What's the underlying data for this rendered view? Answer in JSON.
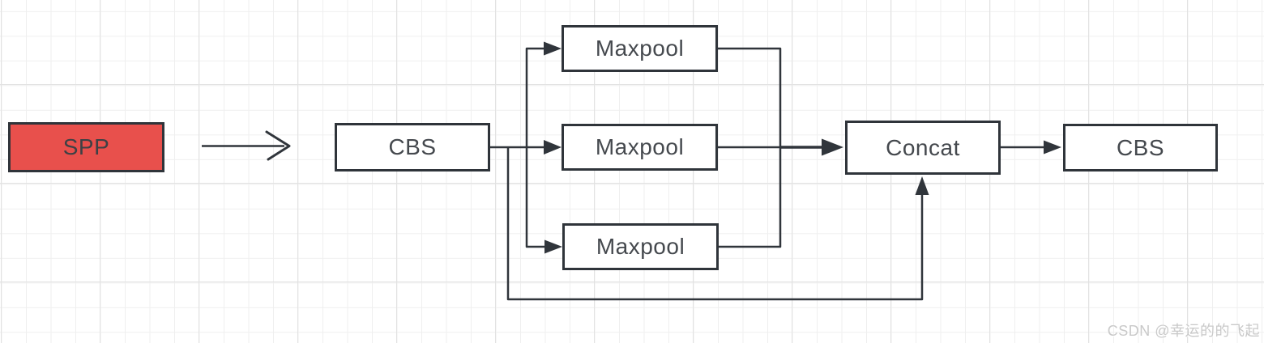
{
  "diagram": {
    "type": "flow-diagram",
    "subject": "SPP (Spatial Pyramid Pooling) module structure",
    "nodes": {
      "spp": {
        "label": "SPP",
        "fill": "#e8504c"
      },
      "cbs1": {
        "label": "CBS",
        "fill": "#ffffff"
      },
      "maxpool_top": {
        "label": "Maxpool",
        "fill": "#ffffff"
      },
      "maxpool_mid": {
        "label": "Maxpool",
        "fill": "#ffffff"
      },
      "maxpool_bottom": {
        "label": "Maxpool",
        "fill": "#ffffff"
      },
      "concat": {
        "label": "Concat",
        "fill": "#ffffff"
      },
      "cbs2": {
        "label": "CBS",
        "fill": "#ffffff"
      }
    },
    "edges": [
      {
        "from": "spp",
        "to": "cbs1",
        "style": "open-arrow"
      },
      {
        "from": "cbs1",
        "to": "maxpool_top",
        "style": "orthogonal-arrow"
      },
      {
        "from": "cbs1",
        "to": "maxpool_mid",
        "style": "straight-arrow"
      },
      {
        "from": "cbs1",
        "to": "maxpool_bottom",
        "style": "orthogonal-arrow"
      },
      {
        "from": "cbs1",
        "to": "concat",
        "style": "orthogonal-arrow-bypass"
      },
      {
        "from": "maxpool_top",
        "to": "concat",
        "style": "collector"
      },
      {
        "from": "maxpool_mid",
        "to": "concat",
        "style": "collector"
      },
      {
        "from": "maxpool_bottom",
        "to": "concat",
        "style": "collector"
      },
      {
        "from": "concat",
        "to": "cbs2",
        "style": "straight-arrow"
      }
    ],
    "colors": {
      "line": "#30353b",
      "box_border": "#2f343a",
      "box_fill": "#ffffff",
      "spp_fill": "#e8504c",
      "label_text": "#45494e",
      "grid_minor": "#efefef",
      "grid_major": "#e2e2e2",
      "background": "#ffffff"
    }
  },
  "watermark": {
    "text": "CSDN @幸运的的飞起",
    "color": "#c9c9c9"
  }
}
